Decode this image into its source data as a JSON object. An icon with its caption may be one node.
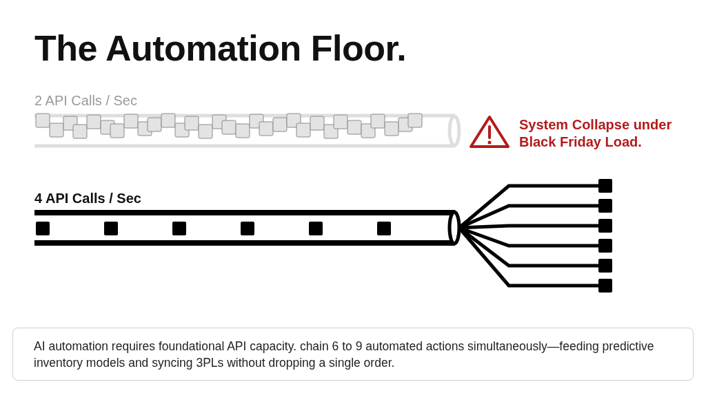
{
  "diagram": {
    "title": "The Automation Floor.",
    "nodes": [
      {
        "text": [
          "AI automation requires foundational API capacity. chain 6 to 9 automated actions simultaneously—feeding predictive inventory models and syncing 3PLs without dropping a single order."
        ]
      },
      {
        "text": [],
        "shape": "cylinder"
      },
      {
        "text": [],
        "shape": "box"
      },
      {
        "text": [],
        "shape": "box"
      },
      {
        "text": [],
        "shape": "box"
      },
      {
        "text": [],
        "shape": "box"
      },
      {
        "text": [],
        "shape": "box"
      },
      {
        "text": [],
        "shape": "box"
      }
    ],
    "edges": [
      {
        "from": 1,
        "to": 2,
        "arrow": "none"
      },
      {
        "from": 1,
        "to": 3,
        "arrow": "none"
      },
      {
        "from": 1,
        "to": 4,
        "arrow": "none"
      },
      {
        "from": 1,
        "to": 5,
        "arrow": "none"
      },
      {
        "from": 1,
        "to": 6,
        "arrow": "none"
      },
      {
        "from": 1,
        "to": 7,
        "arrow": "none"
      }
    ],
    "labels": [
      "2 API Calls / Sec",
      "System Collapse under Black Friday Load.",
      "4 API Calls / Sec"
    ]
  }
}
